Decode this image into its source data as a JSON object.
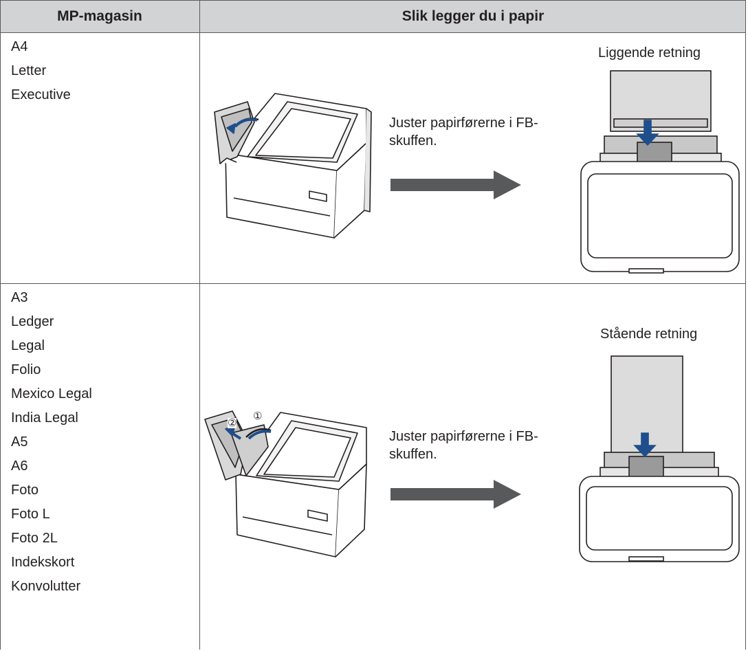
{
  "table": {
    "headers": [
      "MP-magasin",
      "Slik legger du i papir"
    ],
    "rows": [
      {
        "sizes": [
          "A4",
          "Letter",
          "Executive"
        ],
        "instruction": "Juster papirførerne i FB-skuffen.",
        "orientation_label": "Liggende retning",
        "steps": []
      },
      {
        "sizes": [
          "A3",
          "Ledger",
          "Legal",
          "Folio",
          "Mexico Legal",
          "India Legal",
          "A5",
          "A6",
          "Foto",
          "Foto L",
          "Foto 2L",
          "Indekskort",
          "Konvolutter"
        ],
        "instruction": "Juster papirførerne i FB-skuffen.",
        "orientation_label": "Stående retning",
        "steps": [
          "①",
          "②"
        ]
      }
    ]
  },
  "colors": {
    "header_bg": "#d2d3d5",
    "arrow": "#58595b",
    "paper_arrow": "#1f4e8c",
    "line": "#231f20"
  }
}
